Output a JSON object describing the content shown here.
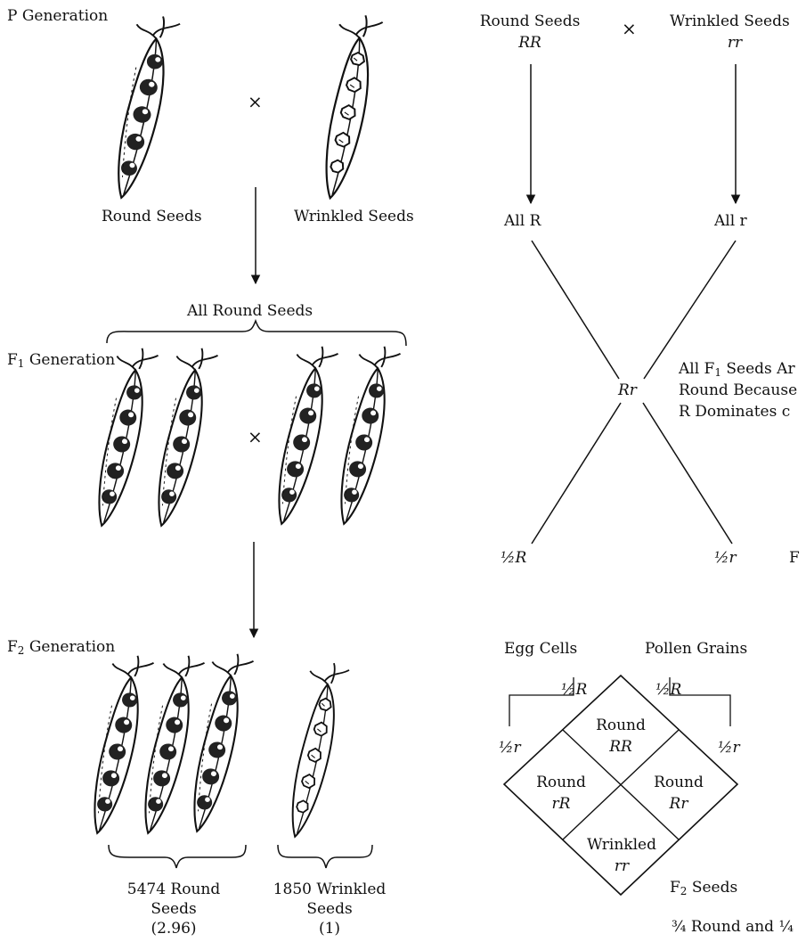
{
  "left": {
    "p_generation": "P Generation",
    "cross_symbol": "×",
    "round_seeds": "Round Seeds",
    "wrinkled_seeds": "Wrinkled Seeds",
    "all_round_seeds": "All Round Seeds",
    "f1_prefix": "F",
    "f1_sub": "1",
    "f1_suffix": " Generation",
    "f2_prefix": "F",
    "f2_sub": "2",
    "f2_suffix": " Generation",
    "round_count_line1": "5474 Round",
    "round_count_line2": "Seeds",
    "round_ratio": "(2.96)",
    "wrinkled_count_line1": "1850 Wrinkled",
    "wrinkled_count_line2": "Seeds",
    "wrinkled_ratio": "(1)"
  },
  "right": {
    "round_seeds": "Round Seeds",
    "rr_dom": "RR",
    "cross_symbol": "×",
    "wrinkled_seeds": "Wrinkled Seeds",
    "rr_rec": "rr",
    "all_R": "All R",
    "all_r": "All r",
    "hybrid": "Rr",
    "f1_note_1a": "All F",
    "f1_note_1sub": "1",
    "f1_note_1b": " Seeds Ar",
    "f1_note_2": "Round Because",
    "f1_note_3": "R Dominates c",
    "half_R": "½R",
    "half_r": "½r",
    "truncated_F": "F",
    "egg_cells": "Egg Cells",
    "pollen_grains": "Pollen Grains",
    "egg_half_R": "½R",
    "egg_half_r": "½r",
    "pollen_half_R": "½R",
    "pollen_half_r": "½r",
    "cell_top_label": "Round",
    "cell_top_geno": "RR",
    "cell_left_label": "Round",
    "cell_left_geno": "rR",
    "cell_right_label": "Round",
    "cell_right_geno": "Rr",
    "cell_bottom_label": "Wrinkled",
    "cell_bottom_geno": "rr",
    "f2_seeds_prefix": "F",
    "f2_seeds_sub": "2",
    "f2_seeds_suffix": " Seeds",
    "ratio_note": "¾ Round and ¼"
  }
}
